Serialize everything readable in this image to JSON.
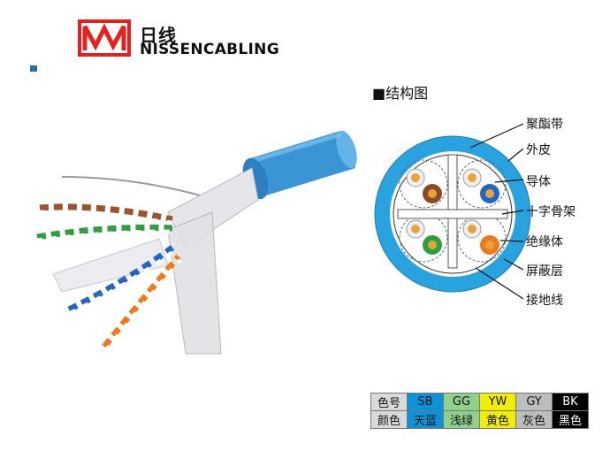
{
  "header": {
    "brand_cn": "日线",
    "brand_en": "NISSENCABLING"
  },
  "structure": {
    "title": "■结构图",
    "labels": {
      "foil": "聚酯带",
      "jacket": "外皮",
      "conductor": "导体",
      "cross_filler": "十字骨架",
      "insulation": "绝缘体",
      "shield": "屏蔽层",
      "drain_wire": "接地线"
    }
  },
  "color_table": {
    "row1_label": "色号",
    "row2_label": "颜色",
    "columns": [
      {
        "code": "SB",
        "name": "天蓝",
        "color": "#0a93d8",
        "text_color": "#111111"
      },
      {
        "code": "GG",
        "name": "浅绿",
        "color": "#8fd08f",
        "text_color": "#111111"
      },
      {
        "code": "YW",
        "name": "黄色",
        "color": "#f2ee00",
        "text_color": "#111111"
      },
      {
        "code": "GY",
        "name": "灰色",
        "color": "#bdbdbd",
        "text_color": "#111111"
      },
      {
        "code": "BK",
        "name": "黑色",
        "color": "#000000",
        "text_color": "#ffffff"
      }
    ]
  },
  "colors": {
    "brand_red": "#e8201b",
    "cable_blue": "#3a95d5",
    "accent_blue": "#1e6fb3"
  }
}
